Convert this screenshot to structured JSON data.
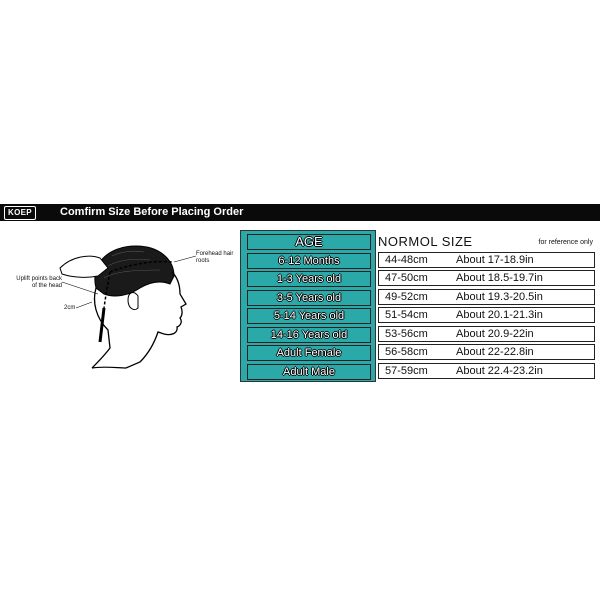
{
  "banner": {
    "logo_text": "KOEP",
    "title": "Comfirm Size Before Placing Order"
  },
  "diagram": {
    "forehead_label": "Forehead hair roots",
    "uplift_label": "Uplift points back of the head",
    "measure_label": "2cm"
  },
  "table": {
    "age_header": "AGE",
    "size_header": "NORMOL SIZE",
    "size_note": "for reference only",
    "rows": [
      {
        "age": "6-12 Months",
        "cm": "44-48cm",
        "inch": "About 17-18.9in"
      },
      {
        "age": "1-3 Years old",
        "cm": "47-50cm",
        "inch": "About 18.5-19.7in"
      },
      {
        "age": "3-5 Years old",
        "cm": "49-52cm",
        "inch": "About 19.3-20.5in"
      },
      {
        "age": "5-14 Years old",
        "cm": "51-54cm",
        "inch": "About 20.1-21.3in"
      },
      {
        "age": "14-16 Years old",
        "cm": "53-56cm",
        "inch": "About 20.9-22in"
      },
      {
        "age": "Adult Female",
        "cm": "56-58cm",
        "inch": "About 22-22.8in"
      },
      {
        "age": "Adult Male",
        "cm": "57-59cm",
        "inch": "About 22.4-23.2in"
      }
    ]
  },
  "colors": {
    "age_column_bg": "#2aa9a8",
    "banner_bg": "#0a0a0a"
  }
}
